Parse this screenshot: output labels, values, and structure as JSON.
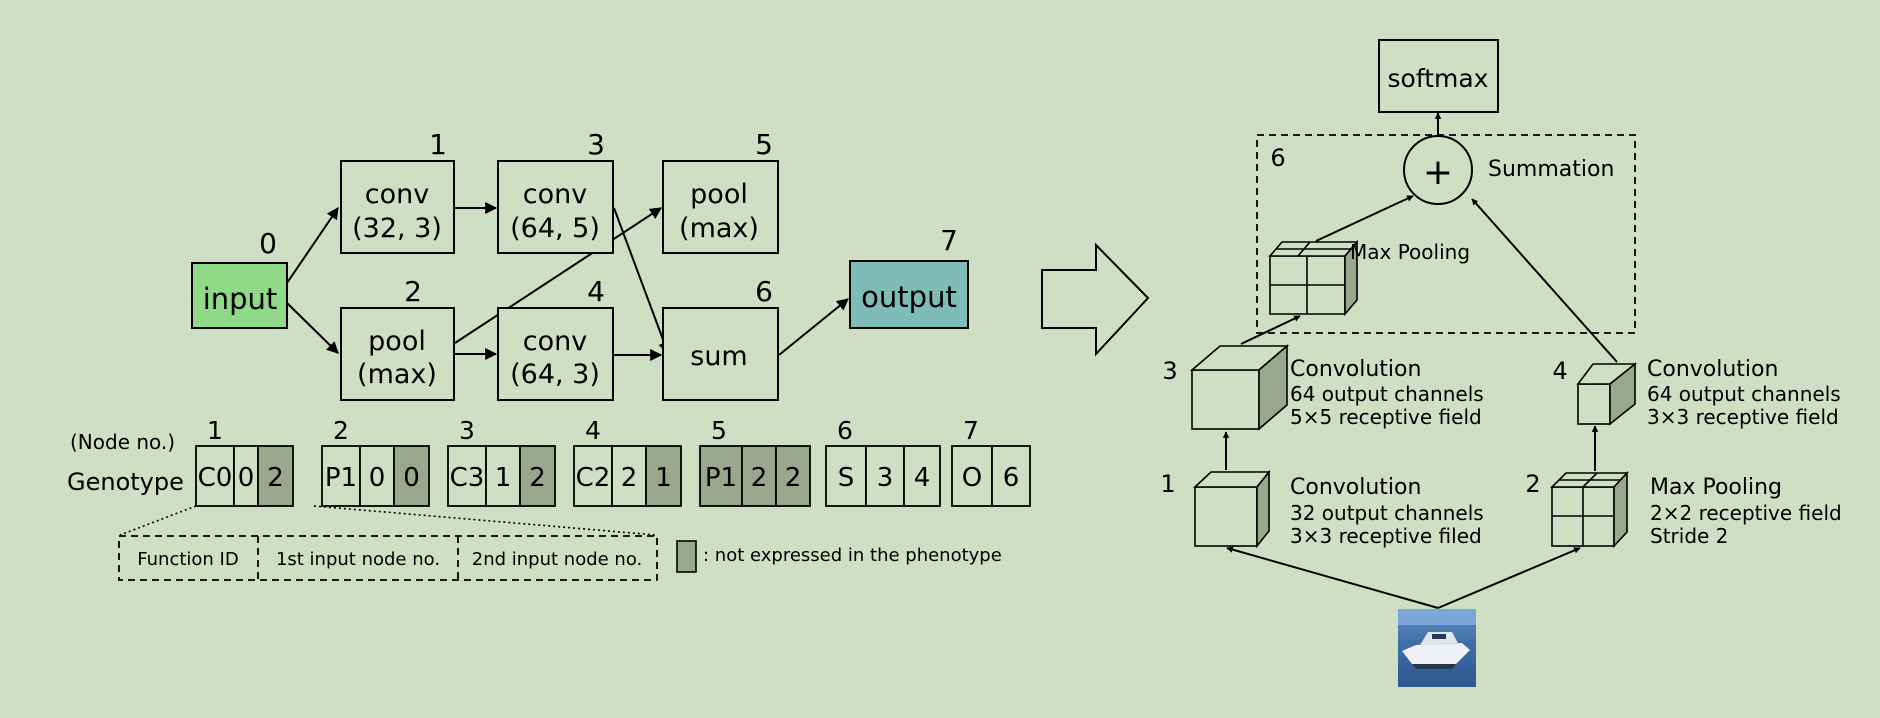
{
  "left": {
    "nodes": [
      {
        "id": "input",
        "num": "0",
        "l1": "input",
        "l2": ""
      },
      {
        "id": "conv1",
        "num": "1",
        "l1": "conv",
        "l2": "(32, 3)"
      },
      {
        "id": "pool2",
        "num": "2",
        "l1": "pool",
        "l2": "(max)"
      },
      {
        "id": "conv3",
        "num": "3",
        "l1": "conv",
        "l2": "(64, 5)"
      },
      {
        "id": "conv4",
        "num": "4",
        "l1": "conv",
        "l2": "(64, 3)"
      },
      {
        "id": "pool5",
        "num": "5",
        "l1": "pool",
        "l2": "(max)"
      },
      {
        "id": "sum6",
        "num": "6",
        "l1": "sum",
        "l2": ""
      },
      {
        "id": "output",
        "num": "7",
        "l1": "output",
        "l2": ""
      }
    ],
    "node_colors": {
      "input": "#8fd987",
      "output": "#7fbcb8"
    },
    "node_no_label": "(Node no.)",
    "genotype_label": "Genotype",
    "genes": [
      {
        "num": "1",
        "cells": [
          {
            "t": "C0",
            "x": false
          },
          {
            "t": "0",
            "x": false
          },
          {
            "t": "2",
            "x": true
          }
        ]
      },
      {
        "num": "2",
        "cells": [
          {
            "t": "P1",
            "x": false
          },
          {
            "t": "0",
            "x": false
          },
          {
            "t": "0",
            "x": true
          }
        ]
      },
      {
        "num": "3",
        "cells": [
          {
            "t": "C3",
            "x": false
          },
          {
            "t": "1",
            "x": false
          },
          {
            "t": "2",
            "x": true
          }
        ]
      },
      {
        "num": "4",
        "cells": [
          {
            "t": "C2",
            "x": false
          },
          {
            "t": "2",
            "x": false
          },
          {
            "t": "1",
            "x": true
          }
        ]
      },
      {
        "num": "5",
        "cells": [
          {
            "t": "P1",
            "x": true
          },
          {
            "t": "2",
            "x": true
          },
          {
            "t": "2",
            "x": true
          }
        ]
      },
      {
        "num": "6",
        "cells": [
          {
            "t": "S",
            "x": false
          },
          {
            "t": "3",
            "x": false
          },
          {
            "t": "4",
            "x": false
          }
        ]
      },
      {
        "num": "7",
        "cells": [
          {
            "t": "O",
            "x": false
          },
          {
            "t": "6",
            "x": false
          }
        ]
      }
    ],
    "legend": {
      "function_id": "Function ID",
      "first_input": "1st input node no.",
      "second_input": "2nd input node no.",
      "not_expressed": ": not expressed in the phenotype",
      "gray": "#9aa78c"
    }
  },
  "right": {
    "softmax": "softmax",
    "plus": "+",
    "summation": "Summation",
    "group_num": "6",
    "maxpool_top": "Max Pooling",
    "node3": {
      "num": "3",
      "l1": "Convolution",
      "l2": "64 output channels",
      "l3": "5×5 receptive field"
    },
    "node4": {
      "num": "4",
      "l1": "Convolution",
      "l2": "64 output channels",
      "l3": "3×3 receptive field"
    },
    "node1": {
      "num": "1",
      "l1": "Convolution",
      "l2": "32 output channels",
      "l3": "3×3 receptive filed"
    },
    "node2": {
      "num": "2",
      "l1": "Max Pooling",
      "l2": "2×2 receptive field",
      "l3": "Stride  2"
    }
  }
}
